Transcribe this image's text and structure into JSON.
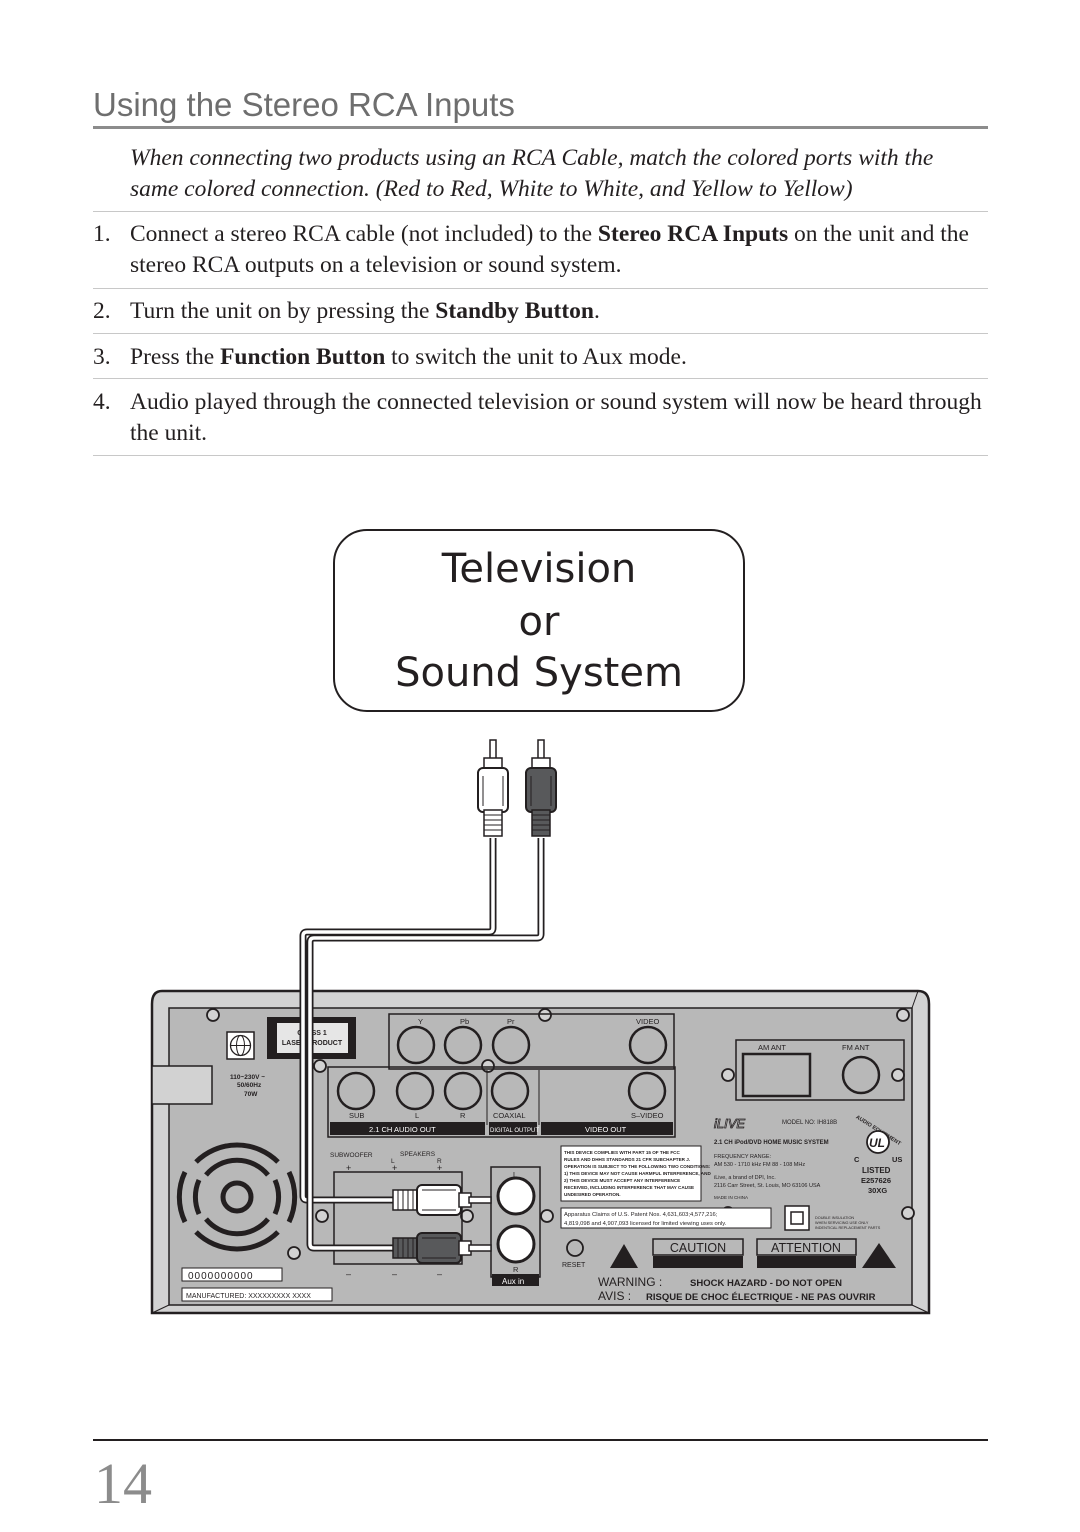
{
  "heading": "Using the Stereo RCA Inputs",
  "intro": "When connecting two products using an RCA Cable, match the colored ports with the same colored connection. (Red to Red, White to White, and Yellow to Yellow)",
  "steps": [
    {
      "num": "1.",
      "pre": "Connect a stereo RCA cable (not included) to the ",
      "bold": "Stereo RCA Inputs",
      "post": " on the unit and the stereo RCA outputs on a television or sound system."
    },
    {
      "num": "2.",
      "pre": "Turn the unit on by pressing the ",
      "bold": "Standby Button",
      "post": "."
    },
    {
      "num": "3.",
      "pre": "Press the ",
      "bold": "Function Button",
      "post": " to switch the unit to Aux mode."
    },
    {
      "num": "4.",
      "pre": "Audio played through the connected television or sound system will now be heard through the unit.",
      "bold": "",
      "post": ""
    }
  ],
  "device_box": {
    "line1": "Television",
    "line2": "or",
    "line3": "Sound System"
  },
  "panel": {
    "class1": "CLASS 1",
    "laser": "LASER PRODUCT",
    "voltage": "110~230V ~",
    "hz": "50/60Hz",
    "watts": "70W",
    "y": "Y",
    "pb": "Pb",
    "pr": "Pr",
    "video": "VIDEO",
    "sub": "SUB",
    "l": "L",
    "r": "R",
    "coaxial": "COAXIAL",
    "svideo": "S–VIDEO",
    "audio_out": "2.1 CH AUDIO OUT",
    "digital_out": "DIGITAL OUTPUT",
    "video_out": "VIDEO OUT",
    "subwoofer": "SUBWOOFER",
    "speakers": "SPEAKERS",
    "plus": "+",
    "minus": "–",
    "aux_l": "L",
    "aux_r": "R",
    "aux_in": "Aux in",
    "am_ant": "AM ANT",
    "fm_ant": "FM ANT",
    "brand": "iLIVE",
    "model": "MODEL NO: IH818B",
    "product": "2.1 CH iPod/DVD HOME MUSIC SYSTEM",
    "freq_label": "FREQUENCY RANGE:",
    "freq": "AM 530 - 1710 kHz    FM 88 - 108 MHz",
    "maker1": "iLive, a brand of DPI, Inc.",
    "maker2": "2116 Carr Street, St. Louis, MO 63106 USA",
    "made_in": "MADE IN CHINA",
    "fcc1": "THIS DEVICE COMPLIES WITH PART 15 OF THE FCC",
    "fcc2": "RULES AND DHHS STANDARDS 21 CFR SUBCHAPTER J.",
    "fcc3": "OPERATION IS SUBJECT TO THE FOLLOWING TWO CONDITIONS:",
    "fcc4": "1) THIS DEVICE MAY NOT CAUSE HARMFUL INTERFERENCE, AND",
    "fcc5": "2) THIS DEVICE MUST ACCEPT ANY INTERFERENCE",
    "fcc6": "RECEIVED, INCLUDING INTERFERENCE THAT MAY CAUSE",
    "fcc7": "UNDESIRED OPERATION.",
    "patent1": "Apparatus Claims of U.S. Patent Nos. 4,631,603;4,577,216;",
    "patent2": "4,819,098 and 4,907,093 licensed for limited viewing uses only.",
    "dbl1": "DOUBLE INSULATION",
    "dbl2": "WHEN SERVICING USE ONLY",
    "dbl3": "INDENTICAL REPLACEMENT PARTS",
    "ul_audio": "AUDIO EQUIPMENT",
    "ul_c": "C",
    "ul_us": "US",
    "ul": "UL",
    "listed": "LISTED",
    "ul_code1": "E257626",
    "ul_code2": "30XG",
    "reset": "RESET",
    "caution": "CAUTION",
    "attention": "ATTENTION",
    "warning": "WARNING  :",
    "warning_text": "SHOCK HAZARD - DO NOT OPEN",
    "avis": "AVIS  :",
    "avis_text": "RISQUE DE CHOC ÉLECTRIQUE - NE PAS OUVRIR",
    "serial": "0000000000",
    "manufactured": "MANUFACTURED: XXXXXXXXX   XXXX"
  },
  "page_number": "14"
}
